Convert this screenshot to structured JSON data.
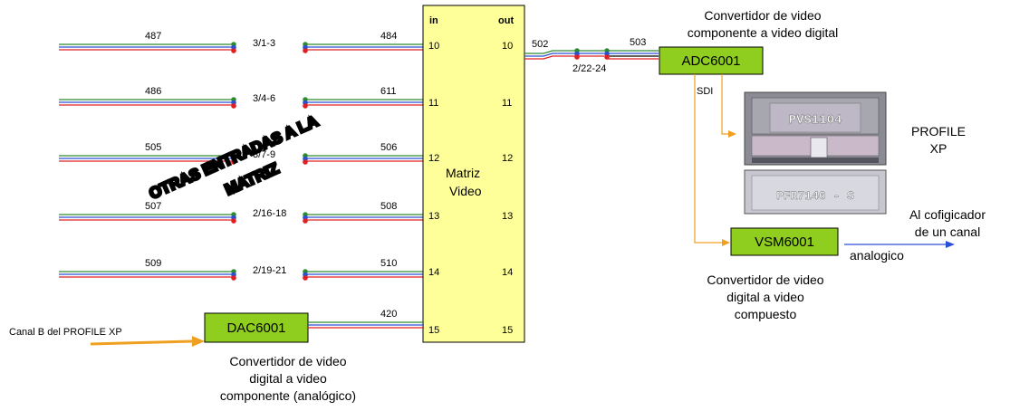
{
  "matrix": {
    "in_label": "in",
    "out_label": "out",
    "title_line1": "Matriz",
    "title_line2": "Video",
    "in_ports": [
      "10",
      "11",
      "12",
      "13",
      "14",
      "15"
    ],
    "out_ports": [
      "10",
      "11",
      "12",
      "13",
      "14",
      "15"
    ]
  },
  "inputs": [
    {
      "left_num": "487",
      "conn": "3/1-3",
      "right_num": "484"
    },
    {
      "left_num": "486",
      "conn": "3/4-6",
      "right_num": "611"
    },
    {
      "left_num": "505",
      "conn": "3/7-9",
      "right_num": "506"
    },
    {
      "left_num": "507",
      "conn": "2/16-18",
      "right_num": "508"
    },
    {
      "left_num": "509",
      "conn": "2/19-21",
      "right_num": "510"
    }
  ],
  "overlay_text_line1": "OTRAS ENTRADAS A LA",
  "overlay_text_line2": "MATRIZ",
  "dac": {
    "label": "DAC6001",
    "cable_num": "420",
    "source_label": "Canal B del PROFILE XP",
    "caption": [
      "Convertidor de video",
      "digital a video",
      "componente (analógico)"
    ]
  },
  "output": {
    "cable_a": "502",
    "conn": "2/22-24",
    "cable_b": "503"
  },
  "adc": {
    "label": "ADC6001",
    "caption": [
      "Convertidor de video",
      "componente a video digital"
    ],
    "sdi_label": "SDI"
  },
  "profile": {
    "top_label": "PVS1104",
    "bottom_label": "PFR7146 - S",
    "caption": [
      "PROFILE",
      "XP"
    ]
  },
  "vsm": {
    "label": "VSM6001",
    "caption": [
      "Convertidor de video",
      "digital a video",
      "compuesto"
    ],
    "out_label": "analogico",
    "dest": [
      "Al cofigicador",
      "de un canal"
    ]
  },
  "colors": {
    "box_fill": "#8fce1e",
    "matrix_fill": "#ffff99",
    "wire_green": "#2e8b2e",
    "wire_blue": "#2a4fd6",
    "wire_red": "#e02020",
    "orange": "#f0a020"
  }
}
